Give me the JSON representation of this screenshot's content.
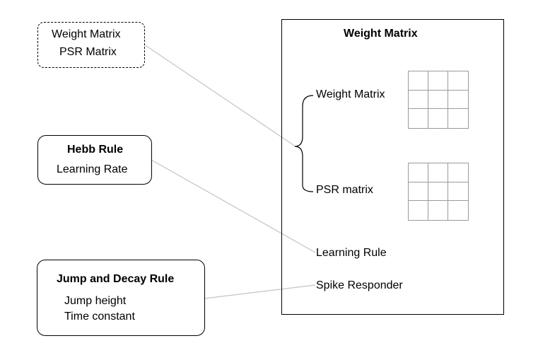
{
  "source_box": {
    "lines": [
      "Weight Matrix",
      "PSR Matrix"
    ]
  },
  "hebb_box": {
    "title": "Hebb Rule",
    "param": "Learning Rate"
  },
  "jump_box": {
    "title": "Jump and Decay Rule",
    "params": [
      "Jump height",
      "Time constant"
    ]
  },
  "panel": {
    "title": "Weight Matrix",
    "items": {
      "weight_matrix": "Weight Matrix",
      "psr_matrix": "PSR matrix",
      "learning_rule": "Learning Rule",
      "spike_responder": "Spike Responder"
    },
    "grid_rows": 3,
    "grid_cols": 3
  },
  "colors": {
    "border": "#000000",
    "connector": "#c4c4c4",
    "grid_line": "#9a9a9a"
  }
}
